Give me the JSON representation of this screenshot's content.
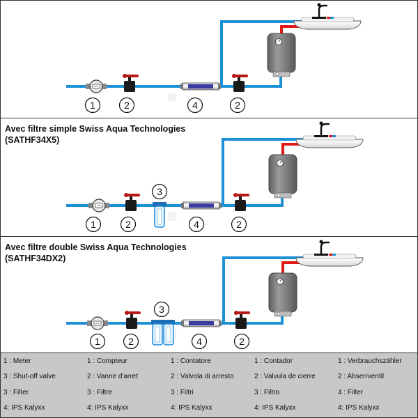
{
  "colors": {
    "cold_pipe": "#1e90d8",
    "hot_pipe": "#e01818",
    "valve": "#b81818",
    "heater": "#7a7a7a",
    "legend_bg": "#c8c8c8"
  },
  "panels": [
    {
      "title_line1": "",
      "title_line2": "",
      "has_filter": false
    },
    {
      "title_line1": "Avec filtre simple Swiss Aqua Technologies",
      "title_line2": "(SATHF34X5)",
      "has_filter": true,
      "filter_type": "single"
    },
    {
      "title_line1": "Avec filtre double Swiss Aqua Technologies",
      "title_line2": "(SATHF34DX2)",
      "has_filter": true,
      "filter_type": "double"
    }
  ],
  "markers": {
    "meter": "1",
    "valve": "2",
    "filter": "3",
    "ips": "4"
  },
  "legend": [
    [
      "1 : Meter",
      "3 : Shut-off valve",
      "3 : Filter",
      "4: IPS Kalyxx"
    ],
    [
      "1 : Compteur",
      "2 : Vanne d'arret",
      "3 : Filtre",
      "4: IPS Kalyxx"
    ],
    [
      "1 : Contatore",
      "2 : Valvola di arresto",
      "3 : Filtri",
      "4: IPS Kalyxx"
    ],
    [
      "1 : Contador",
      "2 : Valvula de cierre",
      "3 : Filtro",
      "4: IPS Kalyxx"
    ],
    [
      "1 : Verbrauchszähler",
      "2 : Abserrventil",
      "4 : Filter",
      "4: IPS Kalyxx"
    ]
  ],
  "icons": [
    "water-meter-icon",
    "shutoff-valve-icon",
    "filter-cartridge-icon",
    "ips-kalyxx-icon",
    "water-heater-icon",
    "sink-faucet-icon"
  ]
}
